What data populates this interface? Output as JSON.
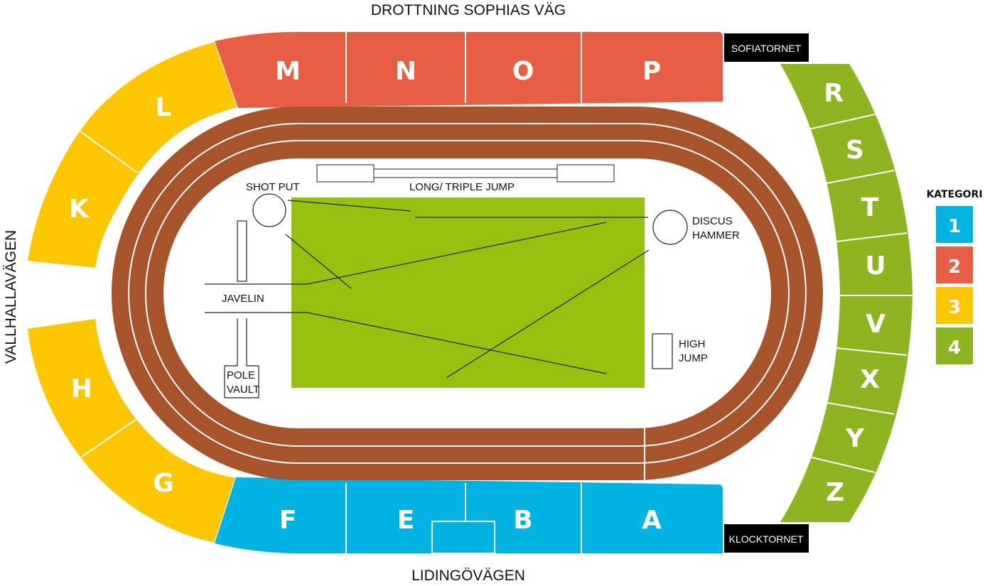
{
  "streets": {
    "top": "DROTTNING SOPHIAS VÄG",
    "bottom": "LIDINGÖVÄGEN",
    "left": "VALLHALLAVÄGEN"
  },
  "towers": {
    "north": "SOFIATORNET",
    "south": "KLOCKTORNET"
  },
  "events": {
    "shot_put": "SHOT PUT",
    "long_triple": "LONG/ TRIPLE JUMP",
    "discus_1": "DISCUS",
    "discus_2": "HAMMER",
    "javelin": "JAVELIN",
    "pole_1": "POLE",
    "pole_2": "VAULT",
    "high_1": "HIGH",
    "high_2": "JUMP"
  },
  "legend": {
    "title": "KATEGORI",
    "items": [
      {
        "label": "1",
        "color": "#00b3e3"
      },
      {
        "label": "2",
        "color": "#e85e44"
      },
      {
        "label": "3",
        "color": "#fcc700"
      },
      {
        "label": "4",
        "color": "#8db51f"
      }
    ]
  },
  "colors": {
    "cat1": "#00b3e3",
    "cat2": "#e85e44",
    "cat3": "#fcc700",
    "cat4": "#8db51f",
    "track": "#a8542b",
    "field": "#95c00d"
  },
  "sections": {
    "north": [
      {
        "id": "M",
        "category": 2
      },
      {
        "id": "N",
        "category": 2
      },
      {
        "id": "O",
        "category": 2
      },
      {
        "id": "P",
        "category": 2
      }
    ],
    "south": [
      {
        "id": "F",
        "category": 1
      },
      {
        "id": "E",
        "category": 1
      },
      {
        "id": "B",
        "category": 1
      },
      {
        "id": "A",
        "category": 1
      }
    ],
    "west": [
      {
        "id": "L",
        "category": 3
      },
      {
        "id": "K",
        "category": 3
      },
      {
        "id": "H",
        "category": 3
      },
      {
        "id": "G",
        "category": 3
      }
    ],
    "east": [
      {
        "id": "R",
        "category": 4
      },
      {
        "id": "S",
        "category": 4
      },
      {
        "id": "T",
        "category": 4
      },
      {
        "id": "U",
        "category": 4
      },
      {
        "id": "V",
        "category": 4
      },
      {
        "id": "X",
        "category": 4
      },
      {
        "id": "Y",
        "category": 4
      },
      {
        "id": "Z",
        "category": 4
      }
    ]
  }
}
